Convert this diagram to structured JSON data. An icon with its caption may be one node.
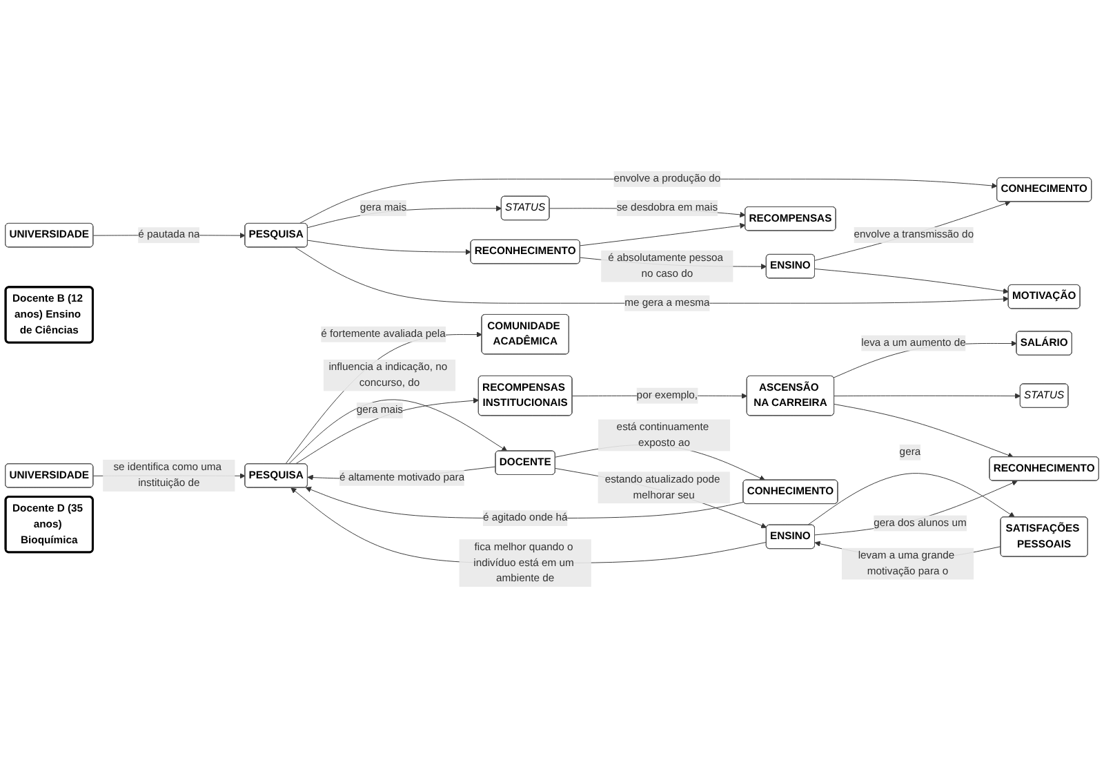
{
  "diagram": {
    "nodes": [
      {
        "text": [
          "UNIVERSIDADE"
        ]
      },
      {
        "text": [
          "PESQUISA"
        ]
      },
      {
        "text": [
          "ENSINO"
        ]
      },
      {
        "text": [
          "Docente B (12 anos) Ensino de Ciências"
        ]
      },
      {
        "text": [
          "CONHECIMENTO"
        ]
      },
      {
        "text": [
          "STATUS"
        ]
      },
      {
        "text": [
          "RECONHECIMENTO"
        ]
      },
      {
        "text": [
          "MOTIVAÇÃO"
        ]
      },
      {
        "text": [
          "RECOMPENSAS"
        ]
      },
      {
        "text": [
          "UNIVERSIDADE"
        ]
      },
      {
        "text": [
          "Docente D (35 anos) Bioquímica"
        ]
      },
      {
        "text": [
          "COMUNIDADE ACADÊMICA"
        ]
      },
      {
        "text": [
          "PESQUISA"
        ]
      },
      {
        "text": [
          "ENSINO"
        ]
      },
      {
        "text": [
          "RECOMPENSAS INSTITUCIONAIS"
        ]
      },
      {
        "text": [
          "CONHECIMENTO"
        ]
      },
      {
        "text": [
          "DOCENTE"
        ]
      },
      {
        "text": [
          "ASCENSÃO NA CARREIRA"
        ]
      },
      {
        "text": [
          "SATISFAÇÕES PESSOAIS"
        ]
      },
      {
        "text": [
          "SALÁRIO"
        ]
      },
      {
        "text": [
          "STATUS"
        ]
      },
      {
        "text": [
          "RECONHECIMENTO"
        ]
      }
    ],
    "edges": [
      {
        "from": 0,
        "to": 1,
        "arrow": "to",
        "label": "é pautada na"
      },
      {
        "from": 1,
        "to": 4,
        "arrow": "to",
        "label": "envolve a produção do"
      },
      {
        "from": 2,
        "to": 4,
        "arrow": "to",
        "label": "envolve a transmissão do"
      },
      {
        "from": 1,
        "to": 5,
        "arrow": "to",
        "label": "gera mais"
      },
      {
        "from": 1,
        "to": 6,
        "arrow": "to"
      },
      {
        "from": 1,
        "to": 7,
        "arrow": "to",
        "label": "me gera a mesma"
      },
      {
        "from": 2,
        "to": 7,
        "arrow": "to"
      },
      {
        "from": 5,
        "to": 8,
        "arrow": "to",
        "label": "se desdobra em mais"
      },
      {
        "from": 6,
        "to": 8,
        "arrow": "to"
      },
      {
        "from": 6,
        "to": 2,
        "arrow": "to",
        "label": "é absolutamente pessoa no caso do"
      },
      {
        "from": 9,
        "to": 12,
        "arrow": "to",
        "label": "se identifica como uma instituição de"
      },
      {
        "from": 12,
        "to": 11,
        "arrow": "to",
        "label": "é fortemente avaliada pela"
      },
      {
        "from": 13,
        "to": 12,
        "arrow": "to",
        "label": "fica melhor quando o indivíduo está em um ambiente de"
      },
      {
        "from": 16,
        "to": 12,
        "arrow": "to",
        "label": "é altamente motivado para"
      },
      {
        "from": 12,
        "to": 16,
        "arrow": "to",
        "label": "influencia a indicação, no concurso, do"
      },
      {
        "from": 12,
        "to": 14,
        "arrow": "to",
        "label": "gera mais"
      },
      {
        "from": 15,
        "to": 12,
        "arrow": "to",
        "label": "é agitado onde há"
      },
      {
        "from": 16,
        "to": 15,
        "arrow": "to",
        "label": "está continuamente exposto ao"
      },
      {
        "from": 16,
        "to": 13,
        "arrow": "to",
        "label": "estando atualizado pode melhorar seu"
      },
      {
        "from": 13,
        "to": 18,
        "arrow": "to",
        "label": "gera"
      },
      {
        "from": 18,
        "to": 13,
        "arrow": "to",
        "label": "levam a uma grande motivação para o"
      },
      {
        "from": 13,
        "to": 21,
        "arrow": "to",
        "label": "gera dos alunos um"
      },
      {
        "from": 14,
        "to": 17,
        "arrow": "to",
        "label": "por exemplo,"
      },
      {
        "from": 17,
        "to": 19,
        "arrow": "to",
        "label": "leva a um aumento de"
      },
      {
        "from": 17,
        "to": 20,
        "arrow": "to"
      },
      {
        "from": 17,
        "to": 21,
        "arrow": "to"
      }
    ]
  }
}
